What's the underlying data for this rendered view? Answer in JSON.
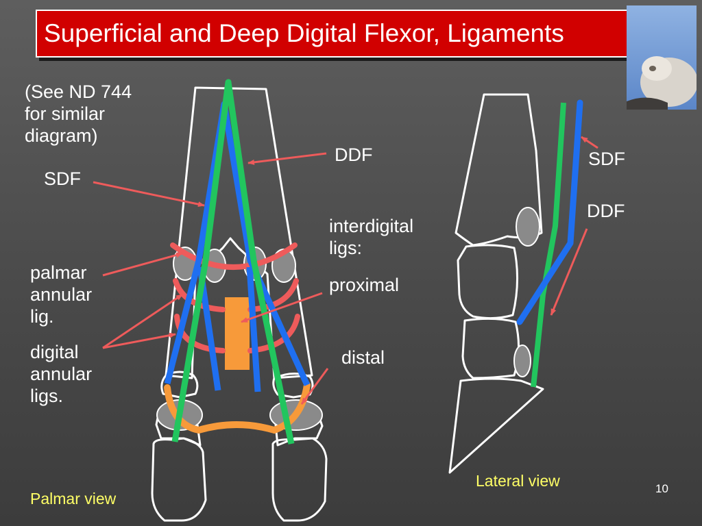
{
  "title": "Superficial and Deep Digital Flexor, Ligaments",
  "photo": {
    "icon": "animal-photo-icon"
  },
  "note_lines": [
    "(See ND 744",
    "for similar",
    "diagram)"
  ],
  "palmar_view": {
    "caption": "Palmar view",
    "labels": {
      "ddf": "DDF",
      "sdf": "SDF",
      "palmar_annular": [
        "palmar",
        "annular",
        "lig."
      ],
      "digital_annular": [
        "digital",
        "annular",
        "ligs."
      ],
      "interdigital": [
        "interdigital",
        "ligs:"
      ],
      "proximal": "proximal",
      "distal": "distal"
    }
  },
  "lateral_view": {
    "caption": "Lateral view",
    "labels": {
      "sdf": "SDF",
      "ddf": "DDF"
    }
  },
  "page_number": "10",
  "colors": {
    "background": "#4d4d4d",
    "title_bg": "#d10000",
    "sdf_tendon": "#1f6ff0",
    "ddf_tendon": "#22c55e",
    "annular_ligament": "#ee5b5b",
    "interdigital_ligament": "#f79a3a",
    "sesamoid": "#8a8a8a",
    "caption": "#ffff66"
  }
}
